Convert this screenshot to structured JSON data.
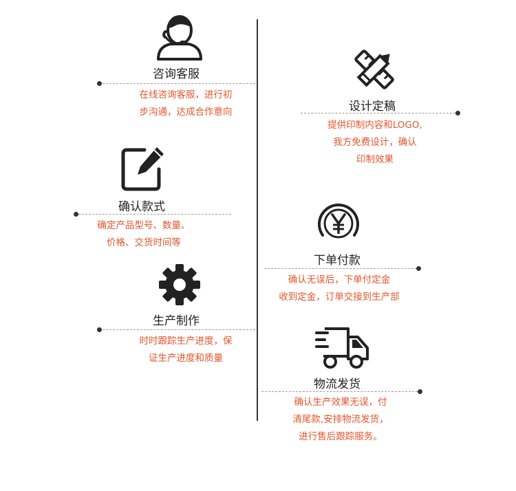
{
  "colors": {
    "accent": "#e4552b",
    "text": "#222222",
    "line": "#333333"
  },
  "steps": [
    {
      "icon": "customer-service-icon",
      "title": "咨询客服",
      "desc": [
        "在线咨询客服，进行初",
        "步沟通，达成合作意向"
      ]
    },
    {
      "icon": "design-tools-icon",
      "title": "设计定稿",
      "desc": [
        "提供印制内容和LOGO,",
        "我方免费设计，确认",
        "印制效果"
      ]
    },
    {
      "icon": "edit-icon",
      "title": "确认款式",
      "desc": [
        "确定产品型号、数量、",
        "价格、交货时间等"
      ]
    },
    {
      "icon": "yen-coin-icon",
      "title": "下单付款",
      "desc": [
        "确认无误后，下单付定金",
        "收到定金，订单交接到生产部"
      ]
    },
    {
      "icon": "gear-icon",
      "title": "生产制作",
      "desc": [
        "时时跟踪生产进度，保",
        "证生产进度和质量"
      ]
    },
    {
      "icon": "delivery-truck-icon",
      "title": "物流发货",
      "desc": [
        "确认生产效果无误，付",
        "清尾款,安排物流发货，",
        "进行售后跟踪服务。"
      ]
    }
  ]
}
